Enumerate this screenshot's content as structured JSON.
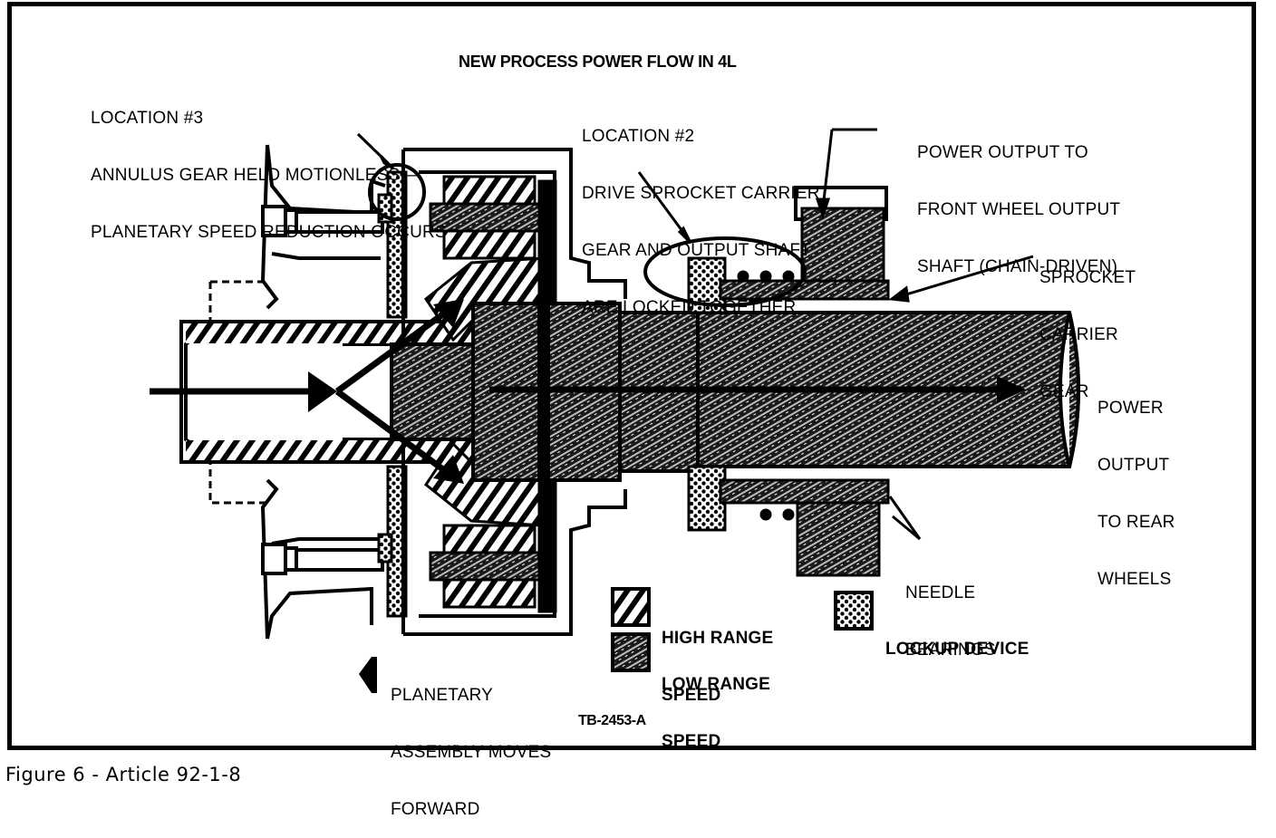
{
  "figure": {
    "title": "NEW PROCESS POWER FLOW IN 4L",
    "reference_code": "TB-2453-A",
    "caption": "Figure 6 - Article 92-1-8"
  },
  "callouts": {
    "location3": [
      "LOCATION #3",
      "ANNULUS GEAR HELD MOTIONLESS—",
      "PLANETARY SPEED REDUCTION OCCURS"
    ],
    "location2": [
      "LOCATION #2",
      "DRIVE SPROCKET CARRIER",
      "GEAR AND OUTPUT SHAFT",
      "ARE LOCKED TOGETHER"
    ],
    "front_output": [
      "POWER OUTPUT TO",
      "FRONT WHEEL OUTPUT",
      "SHAFT (CHAIN-DRIVEN)"
    ],
    "sprocket_carrier": [
      "SPROCKET",
      "CARRIER",
      "GEAR"
    ],
    "rear_output": [
      "POWER",
      "OUTPUT",
      "TO REAR",
      "WHEELS"
    ],
    "needle_bearings": [
      "NEEDLE",
      "BEARINGS"
    ],
    "planetary_moves": [
      "PLANETARY",
      "ASSEMBLY MOVES",
      "FORWARD"
    ]
  },
  "legend": {
    "items": [
      {
        "label": [
          "HIGH RANGE",
          "SPEED"
        ],
        "pattern": "diagonal-hatch"
      },
      {
        "label": [
          "LOW RANGE",
          "SPEED"
        ],
        "pattern": "dark-speckle"
      },
      {
        "label": [
          "LOCKUP DEVICE"
        ],
        "pattern": "dot-grid"
      }
    ]
  },
  "icons": {
    "direction_arrow": "left-pointing-diamond-arrow"
  }
}
